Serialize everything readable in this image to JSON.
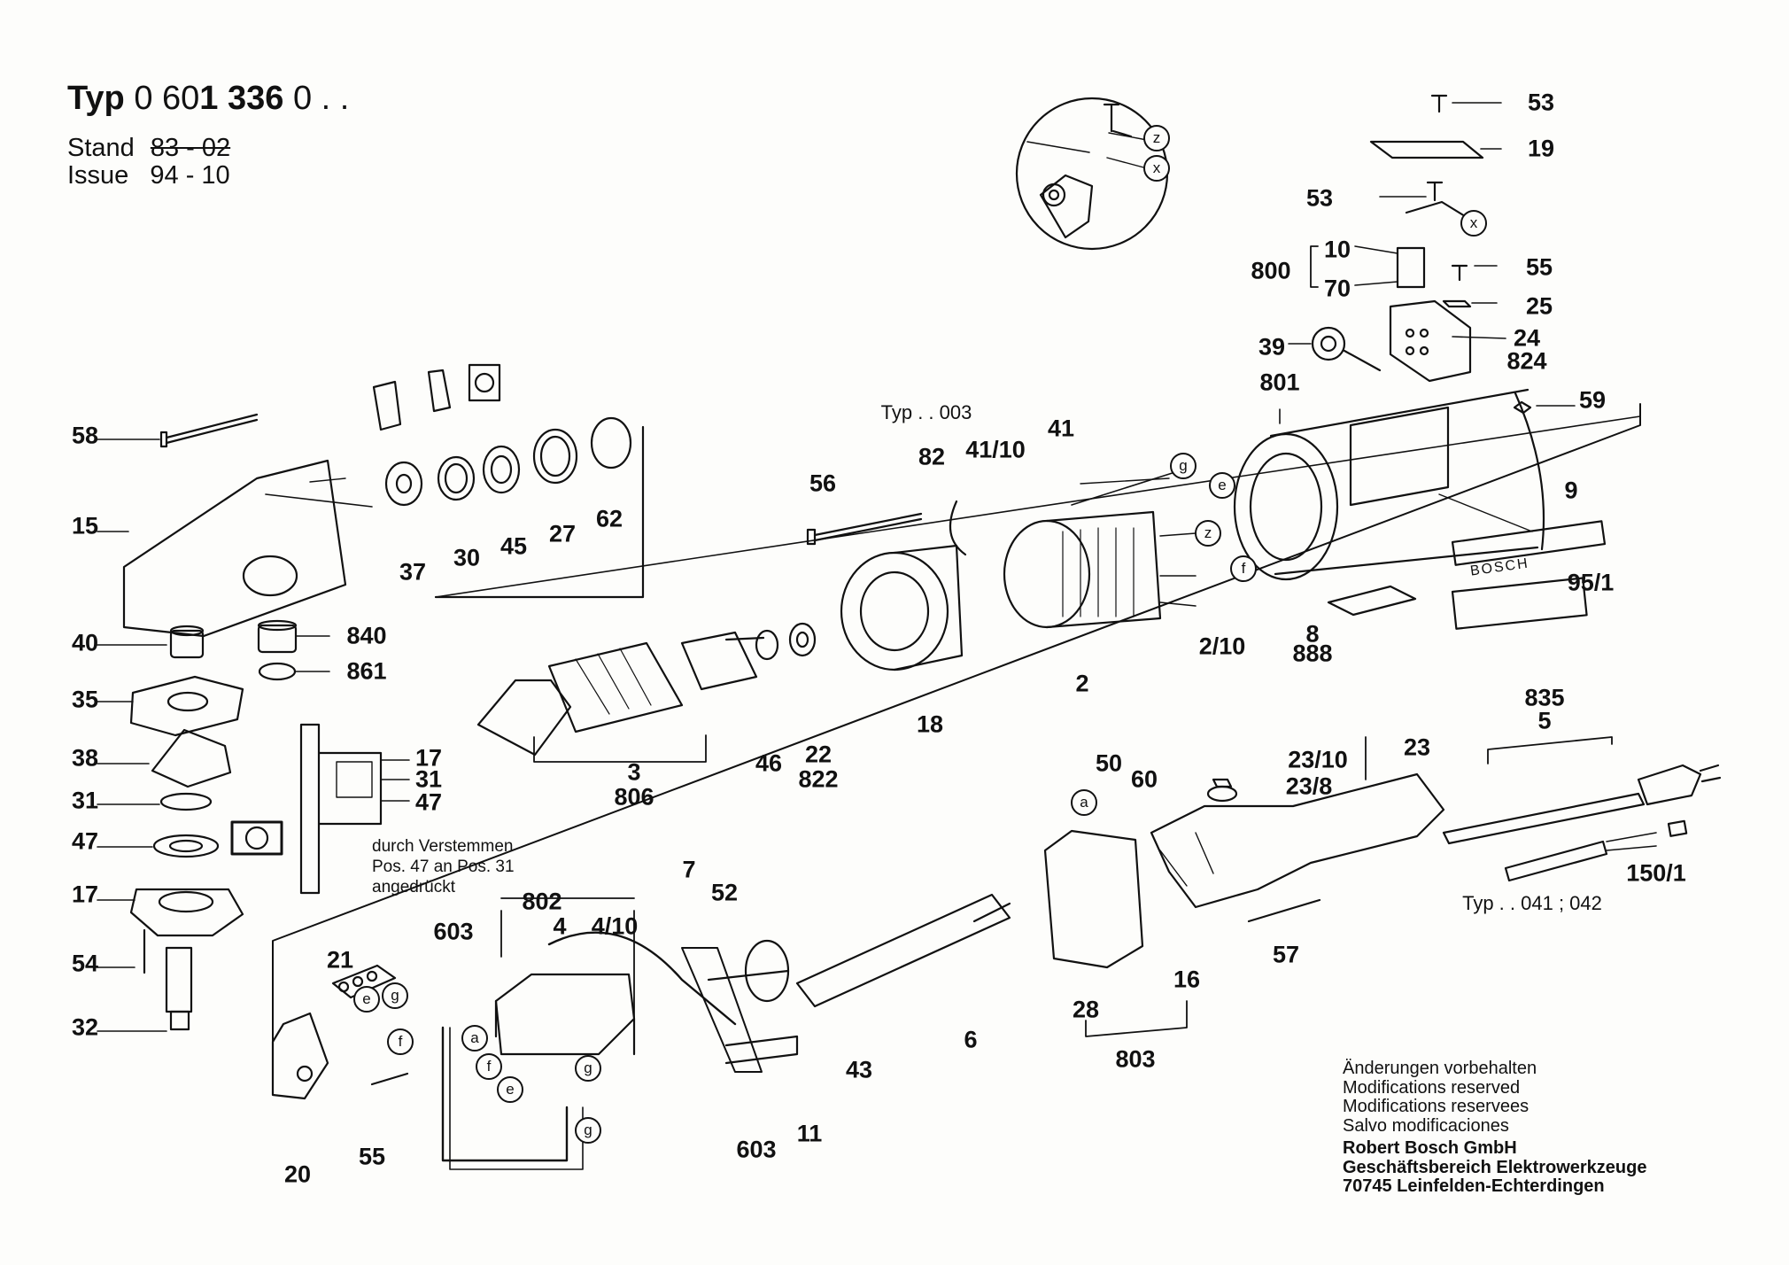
{
  "header": {
    "typ_prefix": "Typ",
    "typ_a": "0 60",
    "typ_b": "1 336",
    "typ_c": "0 . .",
    "stand_label": "Stand",
    "stand_value": "83 - 02",
    "issue_label": "Issue",
    "issue_value": "94 - 10"
  },
  "labels": [
    {
      "id": "53a",
      "text": "53"
    },
    {
      "id": "19",
      "text": "19"
    },
    {
      "id": "53b",
      "text": "53"
    },
    {
      "id": "10",
      "text": "10"
    },
    {
      "id": "800",
      "text": "800"
    },
    {
      "id": "70",
      "text": "70"
    },
    {
      "id": "55a",
      "text": "55"
    },
    {
      "id": "25",
      "text": "25"
    },
    {
      "id": "39",
      "text": "39"
    },
    {
      "id": "24",
      "text": "24"
    },
    {
      "id": "824",
      "text": "824"
    },
    {
      "id": "801",
      "text": "801"
    },
    {
      "id": "59",
      "text": "59"
    },
    {
      "id": "9",
      "text": "9"
    },
    {
      "id": "95_1",
      "text": "95/1"
    },
    {
      "id": "8",
      "text": "8"
    },
    {
      "id": "888",
      "text": "888"
    },
    {
      "id": "41",
      "text": "41"
    },
    {
      "id": "41_10",
      "text": "41/10"
    },
    {
      "id": "82",
      "text": "82"
    },
    {
      "id": "56",
      "text": "56"
    },
    {
      "id": "2_10",
      "text": "2/10"
    },
    {
      "id": "2",
      "text": "2"
    },
    {
      "id": "18",
      "text": "18"
    },
    {
      "id": "46",
      "text": "46"
    },
    {
      "id": "22",
      "text": "22"
    },
    {
      "id": "822",
      "text": "822"
    },
    {
      "id": "3",
      "text": "3"
    },
    {
      "id": "806",
      "text": "806"
    },
    {
      "id": "58",
      "text": "58"
    },
    {
      "id": "15",
      "text": "15"
    },
    {
      "id": "37",
      "text": "37"
    },
    {
      "id": "30",
      "text": "30"
    },
    {
      "id": "45",
      "text": "45"
    },
    {
      "id": "27",
      "text": "27"
    },
    {
      "id": "62",
      "text": "62"
    },
    {
      "id": "40",
      "text": "40"
    },
    {
      "id": "840",
      "text": "840"
    },
    {
      "id": "861",
      "text": "861"
    },
    {
      "id": "35",
      "text": "35"
    },
    {
      "id": "38",
      "text": "38"
    },
    {
      "id": "31a",
      "text": "31"
    },
    {
      "id": "47a",
      "text": "47"
    },
    {
      "id": "17a",
      "text": "17"
    },
    {
      "id": "54",
      "text": "54"
    },
    {
      "id": "32",
      "text": "32"
    },
    {
      "id": "17b",
      "text": "17"
    },
    {
      "id": "31b",
      "text": "31"
    },
    {
      "id": "47b",
      "text": "47"
    },
    {
      "id": "835",
      "text": "835"
    },
    {
      "id": "5",
      "text": "5"
    },
    {
      "id": "23",
      "text": "23"
    },
    {
      "id": "23_10",
      "text": "23/10"
    },
    {
      "id": "23_8",
      "text": "23/8"
    },
    {
      "id": "50",
      "text": "50"
    },
    {
      "id": "60",
      "text": "60"
    },
    {
      "id": "150_1",
      "text": "150/1"
    },
    {
      "id": "57",
      "text": "57"
    },
    {
      "id": "16",
      "text": "16"
    },
    {
      "id": "28",
      "text": "28"
    },
    {
      "id": "803",
      "text": "803"
    },
    {
      "id": "6",
      "text": "6"
    },
    {
      "id": "43",
      "text": "43"
    },
    {
      "id": "11",
      "text": "11"
    },
    {
      "id": "603a",
      "text": "603"
    },
    {
      "id": "603b",
      "text": "603"
    },
    {
      "id": "7",
      "text": "7"
    },
    {
      "id": "52",
      "text": "52"
    },
    {
      "id": "802",
      "text": "802"
    },
    {
      "id": "4",
      "text": "4"
    },
    {
      "id": "4_10",
      "text": "4/10"
    },
    {
      "id": "21",
      "text": "21"
    },
    {
      "id": "20",
      "text": "20"
    },
    {
      "id": "55b",
      "text": "55"
    }
  ],
  "small_labels": [
    {
      "id": "typ003",
      "text": "Typ . . 003"
    },
    {
      "id": "typ041",
      "text": "Typ . . 041 ; 042"
    }
  ],
  "circle_letters": [
    {
      "id": "z1",
      "text": "z"
    },
    {
      "id": "x1",
      "text": "x"
    },
    {
      "id": "x2",
      "text": "x"
    },
    {
      "id": "g1",
      "text": "g"
    },
    {
      "id": "e1",
      "text": "e"
    },
    {
      "id": "z2",
      "text": "z"
    },
    {
      "id": "f1",
      "text": "f"
    },
    {
      "id": "a1",
      "text": "a"
    },
    {
      "id": "e2",
      "text": "e"
    },
    {
      "id": "g2",
      "text": "g"
    },
    {
      "id": "f2",
      "text": "f"
    },
    {
      "id": "a2",
      "text": "a"
    },
    {
      "id": "f3",
      "text": "f"
    },
    {
      "id": "e3",
      "text": "e"
    },
    {
      "id": "g3",
      "text": "g"
    },
    {
      "id": "g4",
      "text": "g"
    }
  ],
  "crimp_note": "durch Verstemmen\nPos. 47 an Pos. 31\nangedrückt",
  "badge_text": "BOSCH",
  "notice": {
    "lines": [
      "Änderungen vorbehalten",
      "Modifications reserved",
      "Modifications reservees",
      "Salvo modificaciones"
    ],
    "company": [
      "Robert Bosch GmbH",
      "Geschäftsbereich Elektrowerkzeuge",
      "70745 Leinfelden-Echterdingen"
    ]
  }
}
